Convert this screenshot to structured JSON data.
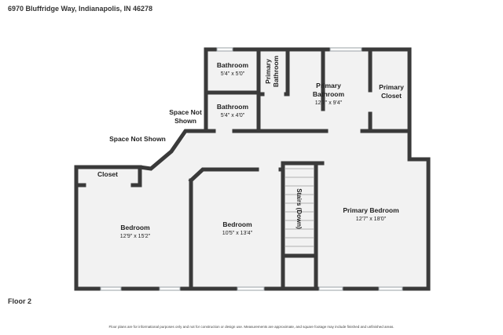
{
  "header": {
    "address": "6970 Bluffridge Way, Indianapolis, IN 46278"
  },
  "floor_label": "Floor 2",
  "disclaimer": "Floor plans are for informational purposes only and not for construction or design use. Measurements are approximate, and square footage may include finished and unfinished areas.",
  "rooms": {
    "bathroom_1": {
      "name": "Bathroom",
      "dims": "5'4\" x 5'0\""
    },
    "bathroom_2": {
      "name": "Bathroom",
      "dims": "5'4\" x 4'0\""
    },
    "primary_bathroom_small": {
      "name_line1": "Primary",
      "name_line2": "Bathroom"
    },
    "primary_bathroom": {
      "name_line1": "Primary",
      "name_line2": "Bathroom",
      "dims": "12'7\" x 9'4\""
    },
    "primary_closet": {
      "name_line1": "Primary",
      "name_line2": "Closet"
    },
    "space_not_shown_1": {
      "name_line1": "Space Not",
      "name_line2": "Shown"
    },
    "space_not_shown_2": {
      "name": "Space Not Shown"
    },
    "closet": {
      "name": "Closet"
    },
    "bedroom_1": {
      "name": "Bedroom",
      "dims": "12'9\" x 15'2\""
    },
    "bedroom_2": {
      "name": "Bedroom",
      "dims": "10'5\" x 13'4\""
    },
    "stairs": {
      "name": "Stairs (Down)"
    },
    "primary_bedroom": {
      "name": "Primary Bedroom",
      "dims": "12'7\" x 18'0\""
    }
  },
  "colors": {
    "wall": "#3a3a3a",
    "floor": "#f2f2f2",
    "window": "#bfc4c8"
  }
}
